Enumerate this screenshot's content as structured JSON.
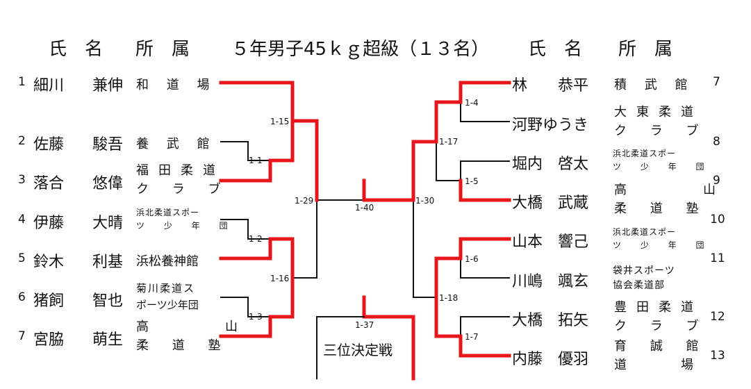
{
  "header": {
    "left_name": "氏　名",
    "left_affil": "所　属",
    "title": "５年男子45ｋｇ超級（１３名）",
    "right_name": "氏　名",
    "right_affil": "所　属"
  },
  "left_entries": [
    {
      "num": "1",
      "surname": "細川",
      "given": "兼伸",
      "club": "和 道 場"
    },
    {
      "num": "2",
      "surname": "佐藤",
      "given": "駿吾",
      "club": "養 武 館"
    },
    {
      "num": "3",
      "surname": "落合",
      "given": "悠偉",
      "club_l1": "福田柔道",
      "club_l2": "ク ラ ブ"
    },
    {
      "num": "4",
      "surname": "伊藤",
      "given": "大晴",
      "club_l1": "浜北柔道スポー",
      "club_l2": "ツ 少 年 団"
    },
    {
      "num": "5",
      "surname": "鈴木",
      "given": "利基",
      "club": "浜松養神館"
    },
    {
      "num": "6",
      "surname": "猪飼",
      "given": "智也",
      "club_l1": "菊川柔道ス",
      "club_l2": "ポーツ少年団"
    },
    {
      "num": "7",
      "surname": "宮脇",
      "given": "萌生",
      "club_l1": "高　　　山",
      "club_l2": "柔 道 塾"
    }
  ],
  "right_entries": [
    {
      "seed": "7",
      "name": "林　　恭平",
      "club": "積 武 館"
    },
    {
      "seed": "8",
      "name": "河野ゆうき",
      "club_l1": "大東柔道",
      "club_l2": "ク ラ ブ"
    },
    {
      "seed": "9",
      "name": "堀内　啓太",
      "club_l1": "浜北柔道スポー",
      "club_l2": "ツ 少 年 団"
    },
    {
      "seed": "10",
      "name": "大橋　武蔵",
      "club_l1": "高　　　山",
      "club_l2": "柔 道 塾"
    },
    {
      "seed": "11",
      "name": "山本　響己",
      "club_l1": "浜北柔道スポー",
      "club_l2": "ツ 少 年 団"
    },
    {
      "seed": "",
      "name": "川嶋　颯玄",
      "club_l1": "袋井スポーツ",
      "club_l2": "協会柔道部"
    },
    {
      "seed": "12",
      "name": "大橋　拓矢",
      "club_l1": "豊田柔道",
      "club_l2": "ク ラ ブ"
    },
    {
      "seed": "13",
      "name": "内藤　優羽",
      "club_l1": "育 誠 館",
      "club_l2": "道　　場"
    }
  ],
  "matches": {
    "m1_15": "1-15",
    "m1_1": "1-1",
    "m1_29": "1-29",
    "m1_2": "1-2",
    "m1_16": "1-16",
    "m1_3": "1-3",
    "m1_40": "1-40",
    "m1_30": "1-30",
    "m1_4": "1-4",
    "m1_17": "1-17",
    "m1_5": "1-5",
    "m1_6": "1-6",
    "m1_18": "1-18",
    "m1_7": "1-7",
    "m1_37": "1-37"
  },
  "third_place": "三位決定戦",
  "colors": {
    "winner": "#e8151b",
    "line": "#111111"
  }
}
